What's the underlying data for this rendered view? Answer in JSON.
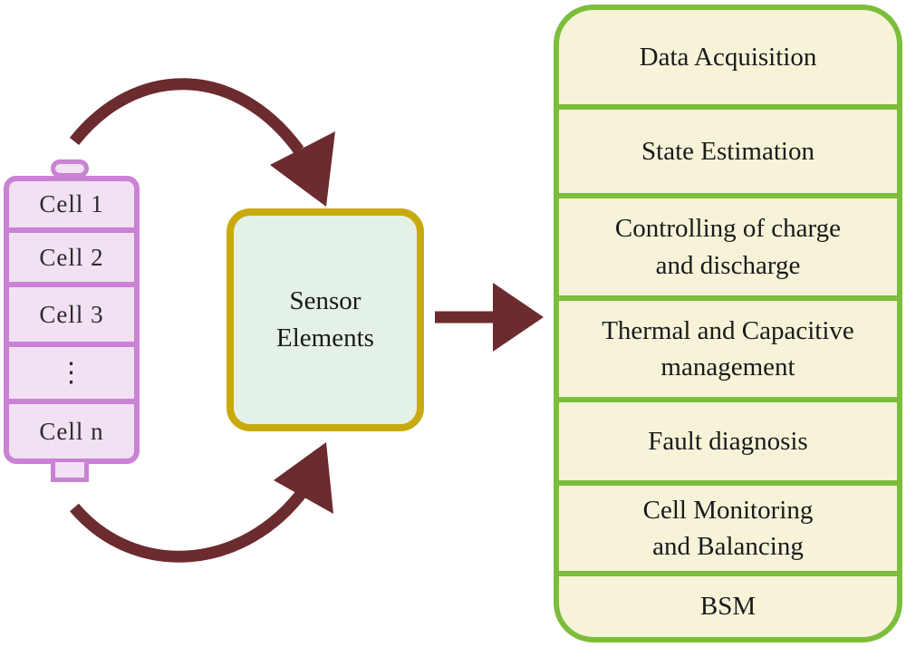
{
  "battery": {
    "cells": [
      "Cell 1",
      "Cell 2",
      "Cell 3",
      "Cell n"
    ],
    "ellipsis": "⋮"
  },
  "sensor": {
    "line1": "Sensor",
    "line2": "Elements"
  },
  "functions": [
    {
      "lines": [
        "Data Acquisition"
      ]
    },
    {
      "lines": [
        "State Estimation"
      ]
    },
    {
      "lines": [
        "Controlling of charge",
        "and discharge"
      ]
    },
    {
      "lines": [
        "Thermal and Capacitive",
        "management"
      ]
    },
    {
      "lines": [
        "Fault diagnosis"
      ]
    },
    {
      "lines": [
        "Cell Monitoring",
        "and Balancing"
      ]
    },
    {
      "lines": [
        "BSM"
      ]
    }
  ],
  "colors": {
    "arrow": "#6b2b2f",
    "battery_border": "#c982d4",
    "battery_fill": "#f1e1f3",
    "sensor_border": "#c8aa0e",
    "sensor_fill": "#e4f1e6",
    "stack_border": "#7cbd3b",
    "stack_fill": "#f7f3d9"
  }
}
